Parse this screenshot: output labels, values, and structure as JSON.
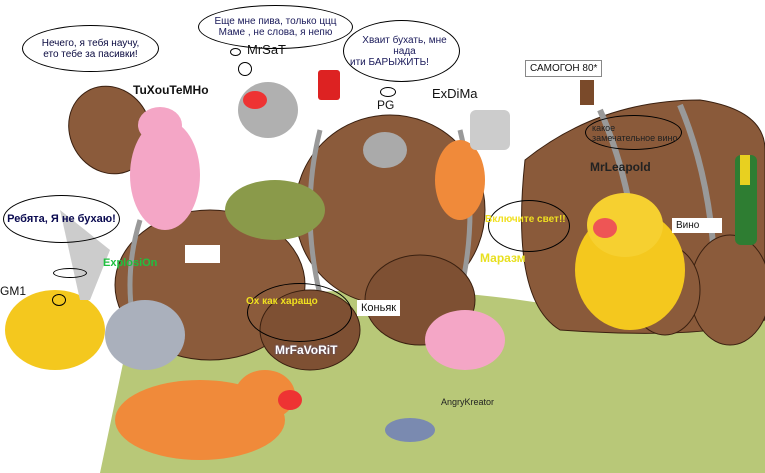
{
  "bubbles": {
    "tuxou": [
      "Нечего, я тебя научу,",
      "ето тебе за пасивки!"
    ],
    "mrsat": [
      "Еще мне пива, только ццц",
      "Маме , не слова, я непю"
    ],
    "pg": [
      "Хваит бухать, мне нада",
      "ити БАРЫЖИТЬ!"
    ],
    "gm1": "Ребята, Я не бухаю!",
    "leapold": [
      "какое",
      "замечательное вино"
    ],
    "marazm": "Включите свет!!",
    "favorit": "Ох как харащо"
  },
  "names": {
    "tuxou": "TuXouTeMHo",
    "mrsat": "MrSaT",
    "pg": "PG",
    "exdima": "ExDiMa",
    "leapold": "MrLeapold",
    "marazm": "Маразм",
    "explosion": "ExplosiOn",
    "gm1": "GM1",
    "favorit": "MrFaVoRiT",
    "angry": "AngryKreator"
  },
  "signs": {
    "samogon": "САМОГОН 80*",
    "vino": "Вино",
    "konyak": "Коньяк"
  }
}
